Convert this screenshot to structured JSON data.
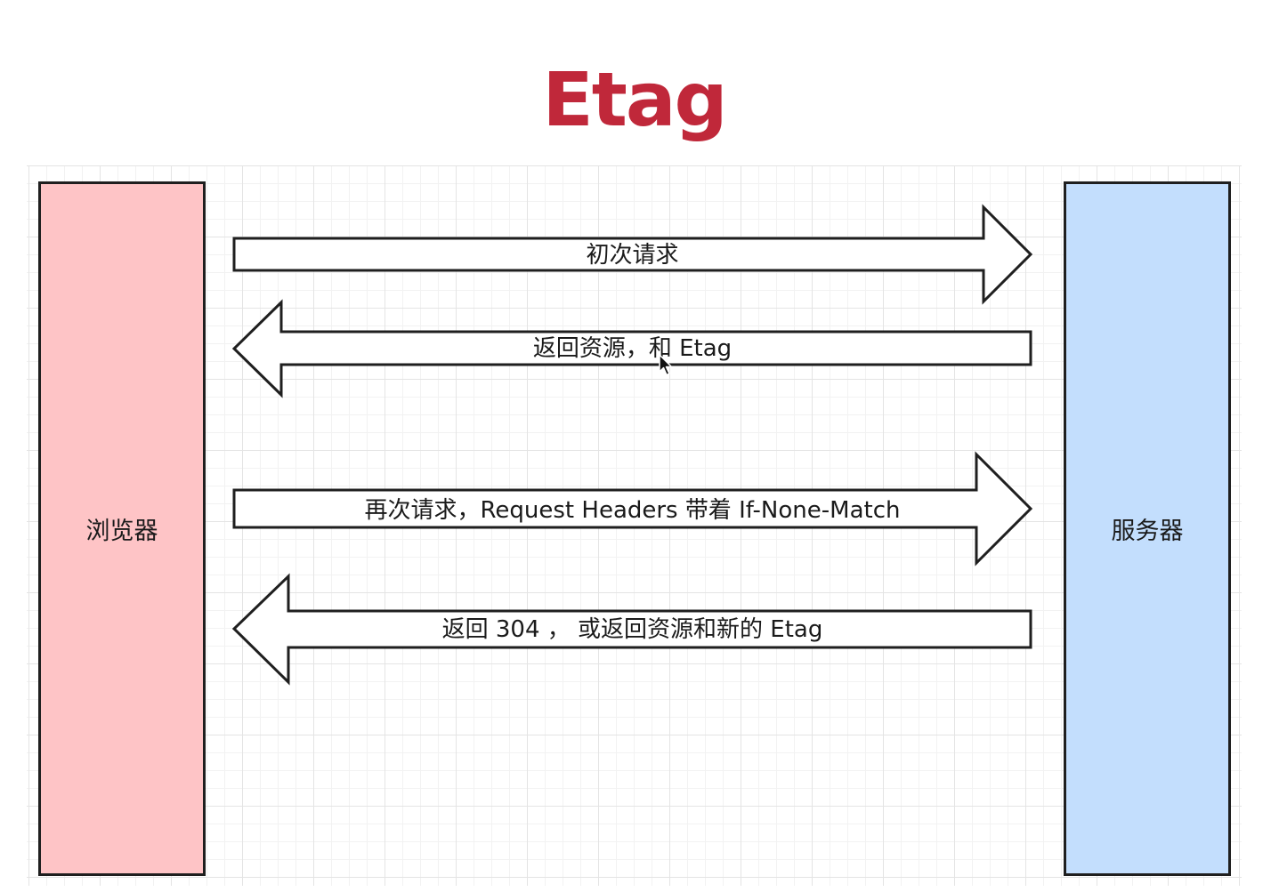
{
  "title": "Etag",
  "colors": {
    "title": "#c0283a",
    "browser_fill": "#fec4c6",
    "server_fill": "#c3defd",
    "line": "#1f1f1f"
  },
  "lanes": {
    "browser": "浏览器",
    "server": "服务器"
  },
  "arrows": [
    {
      "label": "初次请求",
      "direction": "browser-to-server"
    },
    {
      "label": "返回资源，和 Etag",
      "direction": "server-to-browser"
    },
    {
      "label": "再次请求，Request Headers 带着 If-None-Match",
      "direction": "browser-to-server"
    },
    {
      "label": "返回 304 ， 或返回资源和新的 Etag",
      "direction": "server-to-browser"
    }
  ]
}
